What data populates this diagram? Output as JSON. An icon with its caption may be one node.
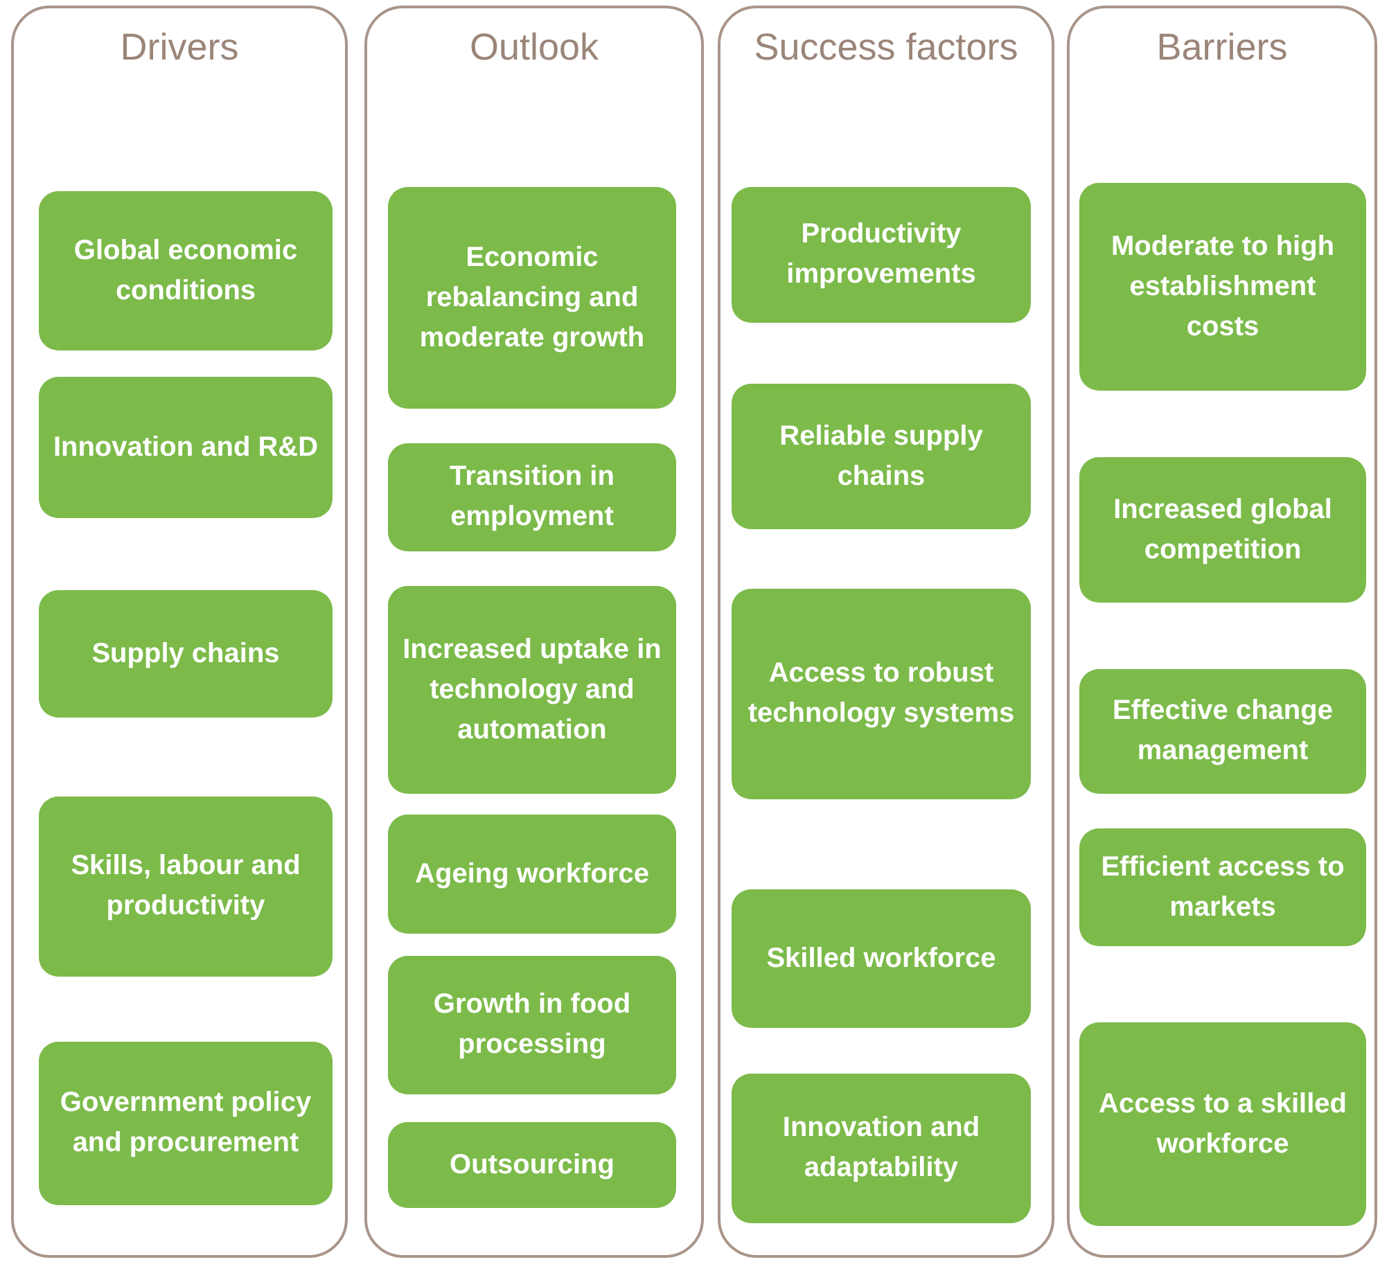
{
  "diagram": {
    "nodes": [
      {
        "text": [
          "Drivers"
        ]
      },
      {
        "text": [
          "Global economic conditions"
        ],
        "in": 0
      },
      {
        "text": [
          "Innovation and R&D"
        ],
        "in": 0
      },
      {
        "text": [
          "Supply chains"
        ],
        "in": 0
      },
      {
        "text": [
          "Skills, labour and productivity"
        ],
        "in": 0
      },
      {
        "text": [
          "Government policy and procurement"
        ],
        "in": 0
      },
      {
        "text": [
          "Outlook"
        ]
      },
      {
        "text": [
          "Economic rebalancing and moderate growth"
        ],
        "in": 6
      },
      {
        "text": [
          "Transition in employment"
        ],
        "in": 6
      },
      {
        "text": [
          "Increased uptake in technology and automation"
        ],
        "in": 6
      },
      {
        "text": [
          "Ageing workforce"
        ],
        "in": 6
      },
      {
        "text": [
          "Growth in food processing"
        ],
        "in": 6
      },
      {
        "text": [
          "Outsourcing"
        ],
        "in": 6
      },
      {
        "text": [
          "Success factors"
        ]
      },
      {
        "text": [
          "Productivity improvements"
        ],
        "in": 13
      },
      {
        "text": [
          "Reliable supply chains"
        ],
        "in": 13
      },
      {
        "text": [
          "Access to robust technology systems"
        ],
        "in": 13
      },
      {
        "text": [
          "Skilled workforce"
        ],
        "in": 13
      },
      {
        "text": [
          "Innovation and adaptability"
        ],
        "in": 13
      },
      {
        "text": [
          "Barriers"
        ]
      },
      {
        "text": [
          "Moderate to high establishment costs"
        ],
        "in": 19
      },
      {
        "text": [
          "Increased global competition"
        ],
        "in": 19
      },
      {
        "text": [
          "Effective change management"
        ],
        "in": 19
      },
      {
        "text": [
          "Efficient access to markets"
        ],
        "in": 19
      },
      {
        "text": [
          "Access to a skilled workforce"
        ],
        "in": 19
      }
    ],
    "edges": []
  }
}
